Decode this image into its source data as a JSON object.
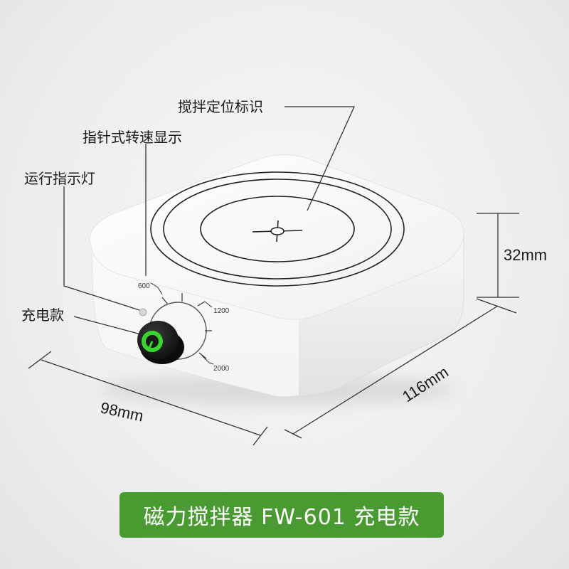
{
  "callouts": {
    "stir_mark": "搅拌定位标识",
    "pointer_display": "指针式转速显示",
    "run_indicator": "运行指示灯",
    "charge_model": "充电款"
  },
  "dimensions": {
    "height": "32mm",
    "width": "98mm",
    "depth": "116mm"
  },
  "dial": {
    "ticks": [
      "600",
      "1200",
      "2000"
    ]
  },
  "banner": {
    "text": "磁力搅拌器  FW-601 充电款"
  },
  "colors": {
    "banner": "#4a9a32",
    "knob": "#1b1b1b",
    "knob_accent": "#39d430",
    "body": "#ffffff"
  }
}
